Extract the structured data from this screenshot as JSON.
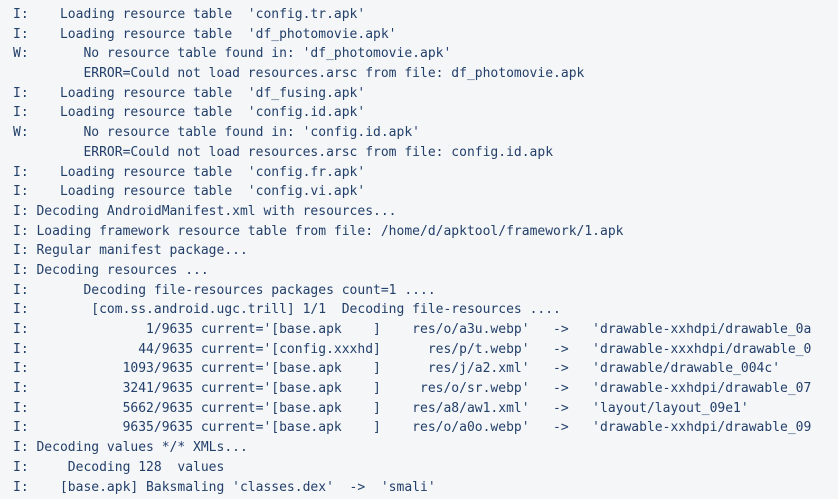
{
  "terminal": {
    "lines": [
      {
        "level": "I:",
        "text": "    Loading resource table  'config.tr.apk'"
      },
      {
        "level": "I:",
        "text": "    Loading resource table  'df_photomovie.apk'"
      },
      {
        "level": "W:",
        "text": "       No resource table found in: 'df_photomovie.apk'"
      },
      {
        "level": "",
        "text": "         ERROR=Could not load resources.arsc from file: df_photomovie.apk"
      },
      {
        "level": "I:",
        "text": "    Loading resource table  'df_fusing.apk'"
      },
      {
        "level": "I:",
        "text": "    Loading resource table  'config.id.apk'"
      },
      {
        "level": "W:",
        "text": "       No resource table found in: 'config.id.apk'"
      },
      {
        "level": "",
        "text": "         ERROR=Could not load resources.arsc from file: config.id.apk"
      },
      {
        "level": "I:",
        "text": "    Loading resource table  'config.fr.apk'"
      },
      {
        "level": "I:",
        "text": "    Loading resource table  'config.vi.apk'"
      },
      {
        "level": "I:",
        "text": " Decoding AndroidManifest.xml with resources..."
      },
      {
        "level": "I:",
        "text": " Loading framework resource table from file: /home/d/apktool/framework/1.apk"
      },
      {
        "level": "I:",
        "text": " Regular manifest package..."
      },
      {
        "level": "I:",
        "text": " Decoding resources ..."
      },
      {
        "level": "I:",
        "text": "       Decoding file-resources packages count=1 ...."
      },
      {
        "level": "I:",
        "text": "        [com.ss.android.ugc.trill] 1/1  Decoding file-resources ...."
      },
      {
        "level": "I:",
        "text": "               1/9635 current='[base.apk    ]    res/o/a3u.webp'   ->   'drawable-xxhdpi/drawable_0a"
      },
      {
        "level": "I:",
        "text": "              44/9635 current='[config.xxxhd]      res/p/t.webp'   ->   'drawable-xxxhdpi/drawable_0"
      },
      {
        "level": "I:",
        "text": "            1093/9635 current='[base.apk    ]      res/j/a2.xml'   ->   'drawable/drawable_004c'"
      },
      {
        "level": "I:",
        "text": "            3241/9635 current='[base.apk    ]     res/o/sr.webp'   ->   'drawable-xxhdpi/drawable_07"
      },
      {
        "level": "I:",
        "text": "            5662/9635 current='[base.apk    ]    res/a8/aw1.xml'   ->   'layout/layout_09e1'"
      },
      {
        "level": "I:",
        "text": "            9635/9635 current='[base.apk    ]    res/o/a0o.webp'   ->   'drawable-xxhdpi/drawable_09"
      },
      {
        "level": "I:",
        "text": " Decoding values */* XMLs..."
      },
      {
        "level": "I:",
        "text": "     Decoding 128  values"
      },
      {
        "level": "I:",
        "text": "    [base.apk] Baksmaling 'classes.dex'  ->  'smali'"
      }
    ]
  }
}
